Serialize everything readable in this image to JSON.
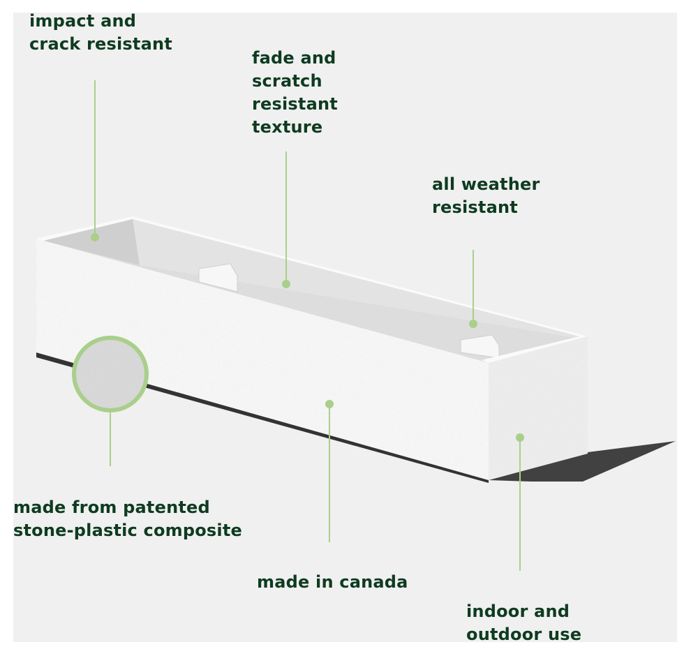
{
  "colors": {
    "text": "#0e3b20",
    "accent": "#a9cf8b",
    "background": "#f0f0f0"
  },
  "features": [
    {
      "id": "impact",
      "label": "impact and\ncrack resistant"
    },
    {
      "id": "fade",
      "label": "fade and\nscratch\nresistant\ntexture"
    },
    {
      "id": "weather",
      "label": "all weather\nresistant"
    },
    {
      "id": "composite",
      "label": "made from patented\nstone-plastic composite"
    },
    {
      "id": "canada",
      "label": "made in canada"
    },
    {
      "id": "indoor",
      "label": "indoor and\noutdoor use"
    }
  ]
}
